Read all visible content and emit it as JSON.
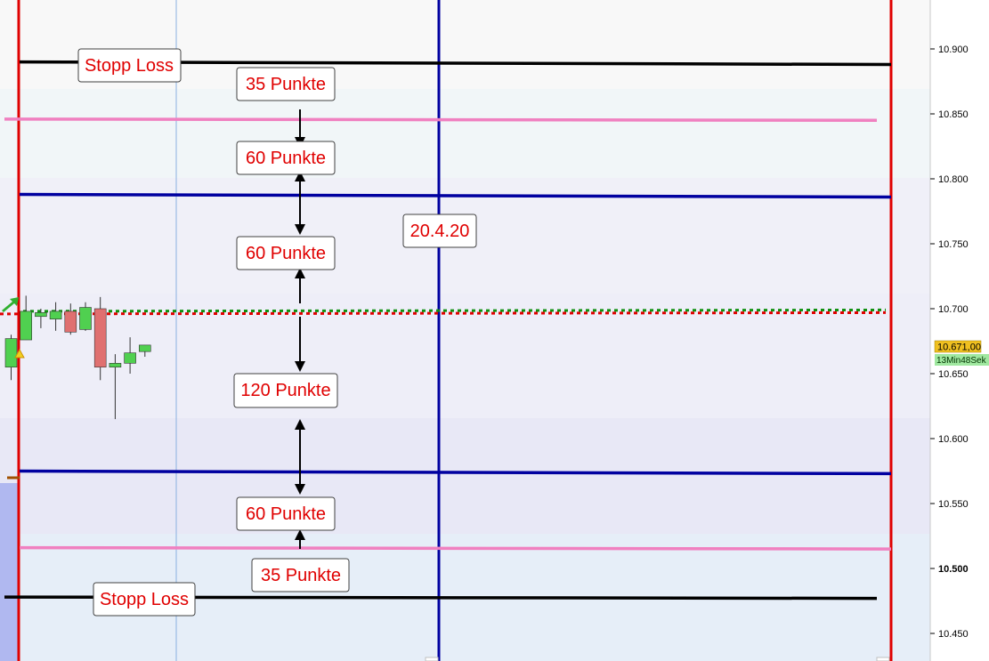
{
  "chart_data": {
    "type": "candlestick",
    "instrument_note": "",
    "ylim": [
      10435,
      10925
    ],
    "y_ticks": [
      {
        "value": 10900,
        "label": "10.900",
        "bold": false
      },
      {
        "value": 10850,
        "label": "10.850",
        "bold": false
      },
      {
        "value": 10800,
        "label": "10.800",
        "bold": false
      },
      {
        "value": 10750,
        "label": "10.750",
        "bold": false
      },
      {
        "value": 10700,
        "label": "10.700",
        "bold": false
      },
      {
        "value": 10650,
        "label": "10.650",
        "bold": false
      },
      {
        "value": 10600,
        "label": "10.600",
        "bold": false
      },
      {
        "value": 10550,
        "label": "10.550",
        "bold": false
      },
      {
        "value": 10500,
        "label": "10.500",
        "bold": true
      },
      {
        "value": 10450,
        "label": "10.450",
        "bold": false
      }
    ],
    "current_price": {
      "value": 10671,
      "label": "10.671,00"
    },
    "countdown_label": "13Min48Sek",
    "candles": [
      {
        "open": 10655,
        "high": 10680,
        "low": 10645,
        "close": 10677
      },
      {
        "open": 10676,
        "high": 10710,
        "low": 10676,
        "close": 10698
      },
      {
        "open": 10694,
        "high": 10700,
        "low": 10685,
        "close": 10697
      },
      {
        "open": 10692,
        "high": 10705,
        "low": 10683,
        "close": 10698
      },
      {
        "open": 10698,
        "high": 10704,
        "low": 10680,
        "close": 10682
      },
      {
        "open": 10684,
        "high": 10705,
        "low": 10683,
        "close": 10701
      },
      {
        "open": 10700,
        "high": 10709,
        "low": 10645,
        "close": 10655
      },
      {
        "open": 10655,
        "high": 10665,
        "low": 10615,
        "close": 10658
      },
      {
        "open": 10658,
        "high": 10678,
        "low": 10650,
        "close": 10666
      },
      {
        "open": 10667,
        "high": 10672,
        "low": 10663,
        "close": 10672
      }
    ],
    "horizontal_lines": [
      {
        "name": "stop-loss-upper",
        "price_left": 10890,
        "price_right": 10888,
        "color": "#000000"
      },
      {
        "name": "target-upper",
        "price_left": 10846,
        "price_right": 10845,
        "color": "#f080c0"
      },
      {
        "name": "level-upper",
        "price_left": 10788,
        "price_right": 10786,
        "color": "#0000a0"
      },
      {
        "name": "level-lower",
        "price_left": 10575,
        "price_right": 10573,
        "color": "#0000a0"
      },
      {
        "name": "target-lower",
        "price_left": 10516,
        "price_right": 10515,
        "color": "#f080c0"
      },
      {
        "name": "stop-loss-lower",
        "price_left": 10478,
        "price_right": 10477,
        "color": "#000000"
      }
    ],
    "entry_line": {
      "price_left": 10697,
      "price_right": 10698
    },
    "date_marker": "20.4.20",
    "annotations": [
      {
        "text": "Stopp Loss",
        "price": 10890
      },
      {
        "text": "35 Punkte",
        "price": 10866
      },
      {
        "text": "60 Punkte",
        "price": 10809
      },
      {
        "text": "20.4.20",
        "price": 10764
      },
      {
        "text": "60 Punkte",
        "price": 10736
      },
      {
        "text": "120 Punkte",
        "price": 10636
      },
      {
        "text": "60 Punkte",
        "price": 10534
      },
      {
        "text": "35 Punkte",
        "price": 10490
      },
      {
        "text": "Stopp Loss",
        "price": 10477
      }
    ]
  }
}
